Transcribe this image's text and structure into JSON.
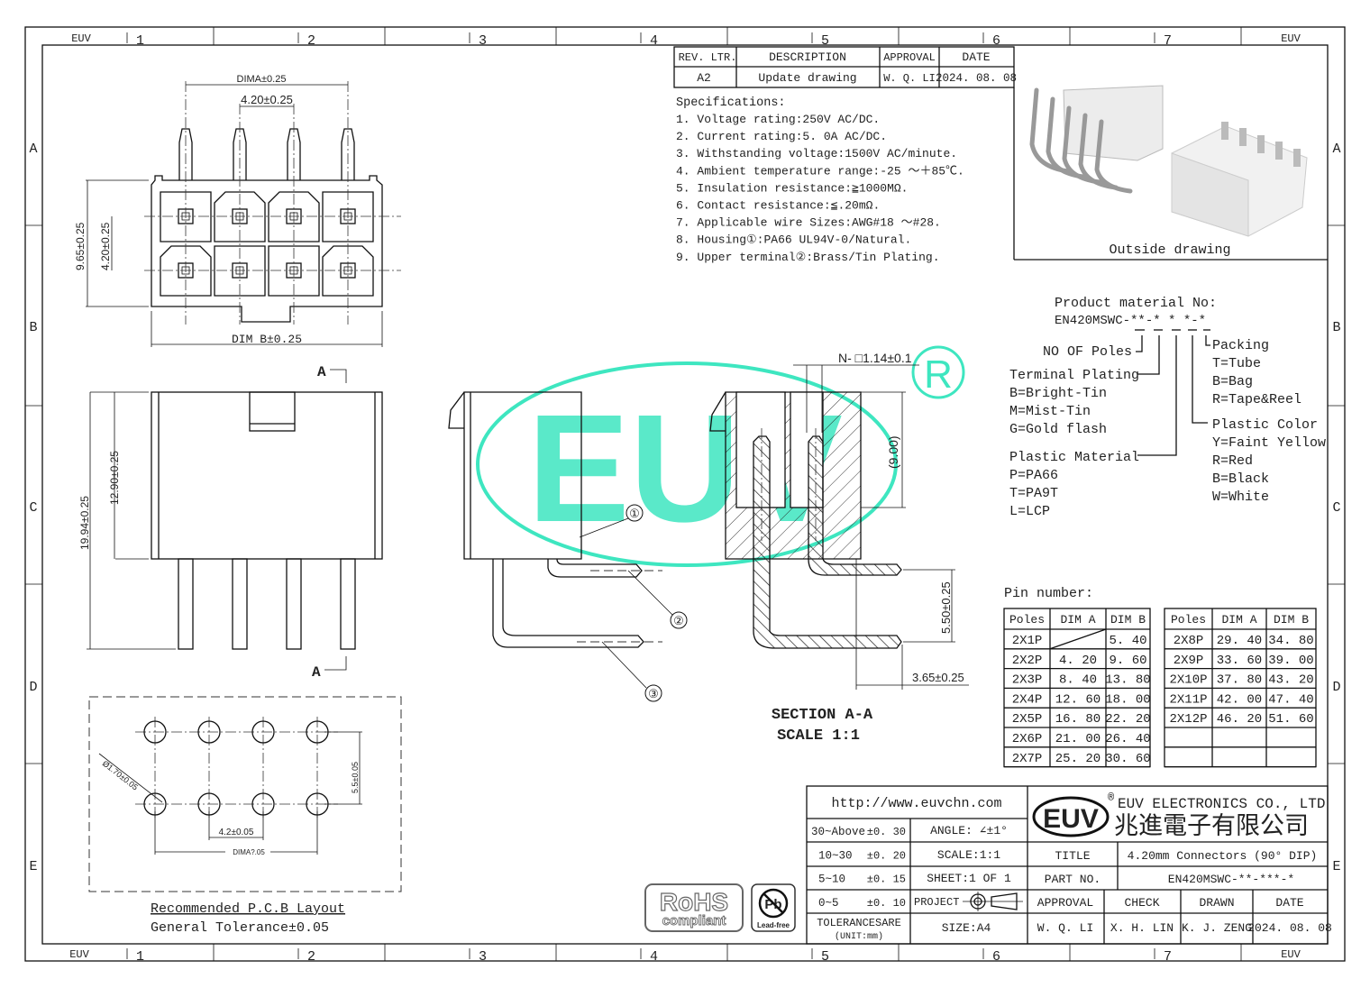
{
  "frame": {
    "columns": [
      "1",
      "2",
      "3",
      "4",
      "5",
      "6",
      "7"
    ],
    "rows": [
      "A",
      "B",
      "C",
      "D",
      "E"
    ],
    "corner_label": "EUV"
  },
  "revision_table": {
    "headers": [
      "REV. LTR.",
      "DESCRIPTION",
      "APPROVAL",
      "DATE"
    ],
    "row": [
      "A2",
      "Update drawing",
      "W. Q. LI",
      "2024. 08. 08"
    ]
  },
  "specifications": {
    "title": "Specifications:",
    "items": [
      "1. Voltage rating:250V AC/DC.",
      "2. Current rating:5. 0A AC/DC.",
      "3. Withstanding voltage:1500V AC/minute.",
      "4. Ambient temperature range:-25 ～＋85℃.",
      "5. Insulation resistance:≧1000MΩ.",
      "6. Contact resistance:≦.20mΩ.",
      "7. Applicable wire Sizes:AWG#18 ～#28.",
      "8. Housing①:PA66 UL94V-0/Natural.",
      "9. Upper terminal②:Brass/Tin Plating."
    ]
  },
  "outside_drawing_label": "Outside drawing",
  "product_material": {
    "title": "Product material No:",
    "code": "EN420MSWC-**-* * *-*",
    "poles_label": "NO OF Poles",
    "terminal_plating": {
      "label": "Terminal Plating",
      "options": [
        "B=Bright-Tin",
        "M=Mist-Tin",
        "G=Gold flash"
      ]
    },
    "plastic_material": {
      "label": "Plastic Material",
      "options": [
        "P=PA66",
        "T=PA9T",
        "L=LCP"
      ]
    },
    "packing": {
      "label": "Packing",
      "options": [
        "T=Tube",
        "B=Bag",
        "R=Tape&Reel"
      ]
    },
    "plastic_color": {
      "label": "Plastic Color",
      "options": [
        "Y=Faint Yellow",
        "R=Red",
        "B=Black",
        "W=White"
      ]
    }
  },
  "pin_table": {
    "title": "Pin number:",
    "headers": [
      "Poles",
      "DIM A",
      "DIM B"
    ],
    "left": [
      [
        "2X1P",
        "",
        "5. 40"
      ],
      [
        "2X2P",
        "4. 20",
        "9. 60"
      ],
      [
        "2X3P",
        "8. 40",
        "13. 80"
      ],
      [
        "2X4P",
        "12. 60",
        "18. 00"
      ],
      [
        "2X5P",
        "16. 80",
        "22. 20"
      ],
      [
        "2X6P",
        "21. 00",
        "26. 40"
      ],
      [
        "2X7P",
        "25. 20",
        "30. 60"
      ]
    ],
    "right": [
      [
        "2X8P",
        "29. 40",
        "34. 80"
      ],
      [
        "2X9P",
        "33. 60",
        "39. 00"
      ],
      [
        "2X10P",
        "37. 80",
        "43. 20"
      ],
      [
        "2X11P",
        "42. 00",
        "47. 40"
      ],
      [
        "2X12P",
        "46. 20",
        "51. 60"
      ],
      [
        "",
        "",
        ""
      ],
      [
        "",
        "",
        ""
      ]
    ]
  },
  "dimensions": {
    "dim_a": "DIMA±0.25",
    "pitch": "4.20±0.25",
    "height_965": "9.65±0.25",
    "row_pitch": "4.20±0.25",
    "dim_b": "DIM  B±0.25",
    "h_1290": "12.90±0.25",
    "h_1994": "19.94±0.25",
    "section_mark": "A",
    "pin_square": "N- □1.14±0.1",
    "depth": "(9.00)",
    "row_offset": "5.50±0.25",
    "offset_365": "3.65±0.25",
    "callouts": [
      "①",
      "②",
      "③"
    ],
    "section_title": "SECTION  A-A",
    "section_scale": "SCALE  1:1"
  },
  "pcb_layout": {
    "hole_dia": "Ø1.70±0.05",
    "row_pitch": "5.5±0.05",
    "pitch": "4.2±0.05",
    "dim_a": "DIMA?.05",
    "title": "Recommended P.C.B Layout",
    "tolerance": "General Tolerance±0.05"
  },
  "badges": {
    "rohs": "RoHS",
    "rohs_sub": "compliant",
    "pb": "Pb",
    "pb_sub": "Lead-free"
  },
  "watermark": {
    "text": "EUV",
    "registered": "R"
  },
  "title_block": {
    "url": "http://www.euvchn.com",
    "tolerances": [
      [
        "30~Above",
        "±0. 30"
      ],
      [
        "10~30",
        "±0. 20"
      ],
      [
        "5~10",
        "±0. 15"
      ],
      [
        "0~5",
        "±0. 10"
      ]
    ],
    "tolerance_label": "TOLERANCESARE",
    "unit_label": "(UNIT:mm)",
    "angle": "ANGLE: ∠±1°",
    "scale": "SCALE:1:1",
    "sheet": "SHEET:1 OF 1",
    "project": "PROJECT",
    "size": "SIZE:A4",
    "logo": "EUV",
    "company_en": "EUV ELECTRONICS CO., LTD",
    "company_cn": "兆進電子有限公司",
    "registered": "®",
    "title_label": "TITLE",
    "title_value": "4.20mm Connectors (90° DIP)",
    "part_label": "PART NO.",
    "part_value": "EN420MSWC-**-***-*",
    "sign_headers": [
      "APPROVAL",
      "CHECK",
      "DRAWN",
      "DATE"
    ],
    "sign_values": [
      "W. Q. LI",
      "X. H. LIN",
      "K. J. ZENG",
      "2024. 08. 08"
    ]
  }
}
